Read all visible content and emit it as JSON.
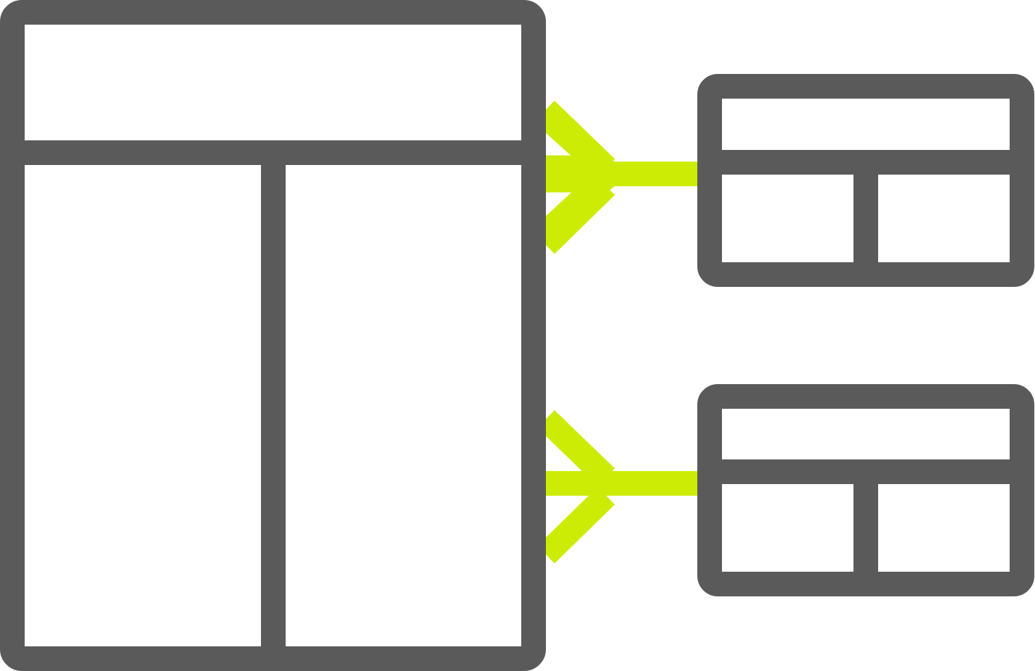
{
  "icon": {
    "name": "wireframe-layout-icon",
    "style": "two-tone line icon",
    "colors": {
      "stroke": "#5a5a5a",
      "accent": "#cdec05",
      "background": "#ffffff"
    }
  },
  "elements": {
    "main_panel": {
      "name": "main-layout-panel",
      "rows": 2,
      "lower_columns": 2
    },
    "top_card": {
      "name": "layout-card",
      "rows": 2,
      "lower_columns": 2
    },
    "bottom_card": {
      "name": "layout-card",
      "rows": 2,
      "lower_columns": 2
    },
    "connectors": {
      "name": "fork-connector",
      "count": 2
    }
  }
}
